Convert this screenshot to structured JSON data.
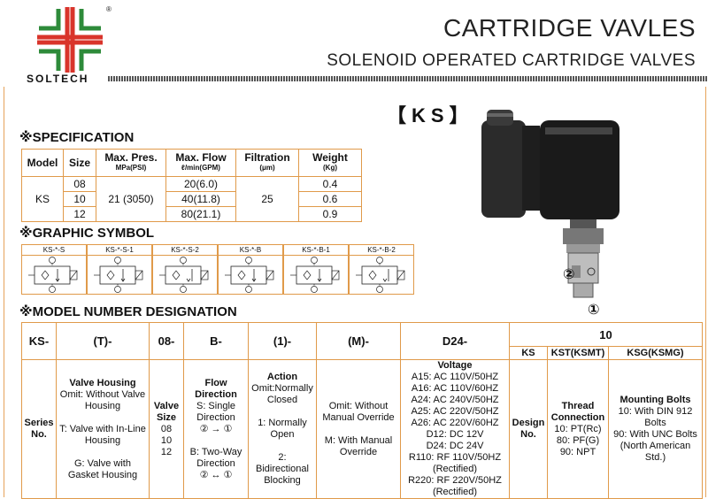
{
  "header": {
    "brand": "SOLTECH",
    "title": "CARTRIDGE VAVLES",
    "subtitle": "SOLENOID  OPERATED CARTRIDGE VALVES",
    "registered": "®"
  },
  "model_code": "【KS】",
  "product": {
    "port2": "②",
    "port1": "①"
  },
  "spec": {
    "heading": "※SPECIFICATION",
    "headers": {
      "model": "Model",
      "size": "Size",
      "pres": "Max. Pres.",
      "pres_unit": "MPa(PSI)",
      "flow": "Max. Flow",
      "flow_unit": "ℓ/min(GPM)",
      "filt": "Filtration",
      "filt_unit": "(μm)",
      "weight": "Weight",
      "weight_unit": "(Kg)"
    },
    "model": "KS",
    "pressure": "21 (3050)",
    "filtration": "25",
    "rows": [
      {
        "size": "08",
        "flow": "20(6.0)",
        "weight": "0.4"
      },
      {
        "size": "10",
        "flow": "40(11.8)",
        "weight": "0.6"
      },
      {
        "size": "12",
        "flow": "80(21.1)",
        "weight": "0.9"
      }
    ]
  },
  "graphic": {
    "heading": "※GRAPHIC SYMBOL",
    "symbols": [
      "KS-*-S",
      "KS-*-S-1",
      "KS-*-S-2",
      "KS-*-B",
      "KS-*-B-1",
      "KS-*-B-2"
    ]
  },
  "designation": {
    "heading": "※MODEL NUMBER DESIGNATION",
    "codes": [
      "KS-",
      "(T)-",
      "08-",
      "B-",
      "(1)-",
      "(M)-",
      "D24-",
      "10"
    ],
    "sub": [
      "KS",
      "KST(KSMT)",
      "KSG(KSMG)"
    ],
    "series": "Series No.",
    "housing": {
      "title": "Valve Housing",
      "l1": "Omit: Without Valve Housing",
      "l2": "T: Valve with In-Line Housing",
      "l3": "G: Valve with Gasket Housing"
    },
    "size": {
      "title": "Valve Size",
      "v": [
        "08",
        "10",
        "12"
      ]
    },
    "flow": {
      "title": "Flow Direction",
      "s": "S: Single Direction",
      "s_sym": "② → ①",
      "b": "B: Two-Way Direction",
      "b_sym": "② ↔ ①"
    },
    "action": {
      "title": "Action",
      "l0": "Omit:Normally Closed",
      "l1": "1: Normally Open",
      "l2": "2: Bidirectional Blocking"
    },
    "override": {
      "l1": "Omit: Without Manual Override",
      "l2": "M: With Manual Override"
    },
    "voltage": {
      "title": "Voltage",
      "lines": [
        "A15: AC 110V/50HZ",
        "A16: AC 110V/60HZ",
        "A24: AC 240V/50HZ",
        "A25: AC 220V/50HZ",
        "A26: AC 220V/60HZ",
        "D12: DC 12V",
        "D24: DC 24V",
        "R110: RF 110V/50HZ",
        "(Rectified)",
        "R220: RF 220V/50HZ",
        "(Rectified)"
      ]
    },
    "design": "Design No.",
    "thread": {
      "title": "Thread Connection",
      "lines": [
        "10: PT(Rc)",
        "80: PF(G)",
        "90: NPT"
      ]
    },
    "bolts": {
      "title": "Mounting Bolts",
      "lines": [
        "10: With DIN 912 Bolts",
        "90: With UNC Bolts",
        "(North American Std.)"
      ]
    }
  }
}
